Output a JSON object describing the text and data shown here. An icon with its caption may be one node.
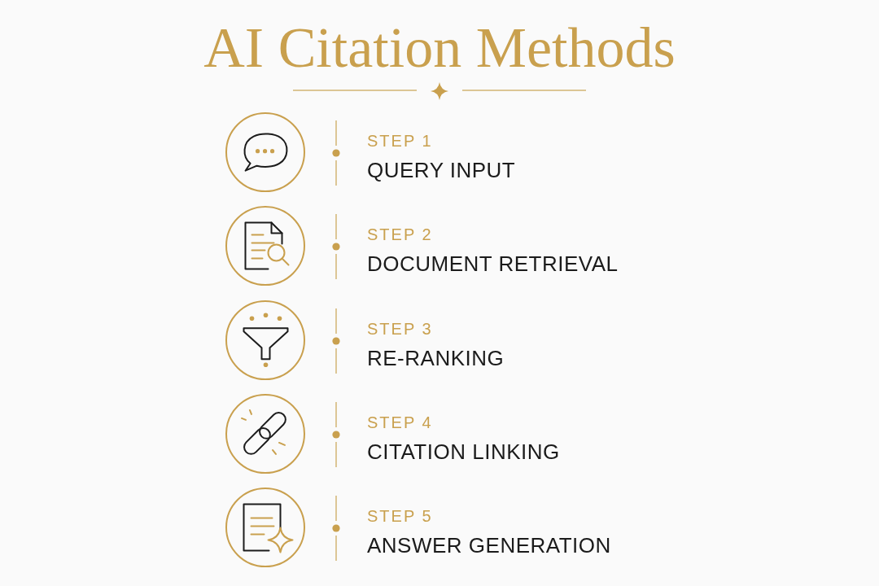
{
  "diagram": {
    "title": "AI Citation Methods",
    "nodes": [
      {
        "text": [],
        "shape": "circle",
        "beside": [
          "STEP 1",
          "QUERY INPUT"
        ]
      },
      {
        "text": [],
        "shape": "circle",
        "beside": [
          "STEP 2",
          "DOCUMENT RETRIEVAL"
        ]
      },
      {
        "text": [],
        "shape": "circle",
        "beside": [
          "STEP 3",
          "RE-RANKING"
        ]
      },
      {
        "text": [],
        "shape": "circle",
        "beside": [
          "STEP 4",
          "CITATION LINKING"
        ]
      },
      {
        "text": [],
        "shape": "circle",
        "beside": [
          "STEP 5",
          "ANSWER GENERATION"
        ]
      }
    ]
  }
}
